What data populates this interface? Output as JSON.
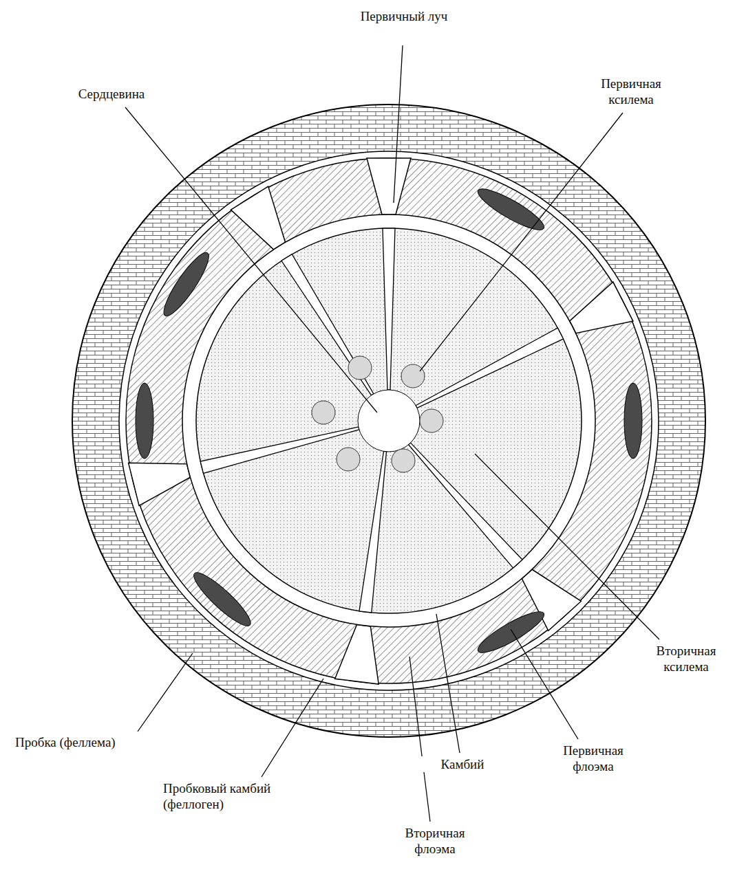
{
  "diagram": {
    "labels": [
      "Первичный луч",
      "Сердцевина",
      "Первичная ксилема",
      "Вторичная ксилема",
      "Пробка (феллема)",
      "Первичная флоэма",
      "Камбий",
      "Пробковый камбий (феллоген)",
      "Вторичная флоэма"
    ]
  }
}
